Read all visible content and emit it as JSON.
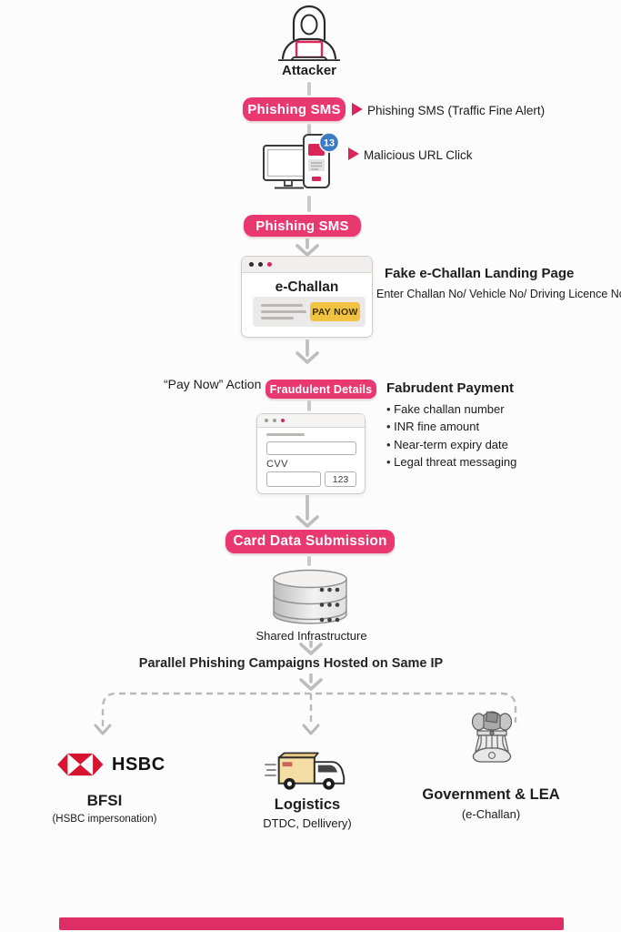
{
  "colors": {
    "accent_pink": "#E8386F",
    "deep_pink": "#D8265A",
    "pay_yellow": "#F1C340",
    "badge_blue": "#3C7BC2",
    "hsbc_red": "#D6152F",
    "arrow_gray": "#BDBDBD",
    "background": "#FDFCFC"
  },
  "flow": {
    "attacker_label": "Attacker",
    "sms1": {
      "button": "Phishing SMS",
      "note": "Phishing SMS (Traffic Fine Alert)"
    },
    "device": {
      "badge": "13",
      "note": "Malicious URL Click"
    },
    "sms2": {
      "button": "Phishing SMS"
    },
    "landing": {
      "window_title": "e-Challan",
      "pay_button": "PAY NOW",
      "heading": "Fake e-Challan Landing Page",
      "subheading": "Enter Challan No/ Vehicle No/ Driving Licence No"
    },
    "payment": {
      "action_note": "“Pay Now” Action",
      "button": "Fraudulent Details",
      "heading": "Fabrudent Payment",
      "bullets": [
        "Fake challan number",
        "INR fine amount",
        "Near-term expiry date",
        "Legal threat messaging"
      ],
      "form": {
        "cvv_label": "CVV",
        "cvv_hint": "123"
      }
    },
    "submission": {
      "button": "Card Data Submission",
      "caption": "Shared Infrastructure"
    },
    "parallel_caption": "Parallel Phishing Campaigns Hosted on Same IP",
    "targets": {
      "bfsi": {
        "brand": "HSBC",
        "title": "BFSI",
        "subtitle": "(HSBC impersonation)"
      },
      "logistics": {
        "title": "Logistics",
        "subtitle": "DTDC, Dellivery)"
      },
      "government": {
        "title": "Government & LEA",
        "subtitle": "(e-Challan)"
      }
    }
  }
}
